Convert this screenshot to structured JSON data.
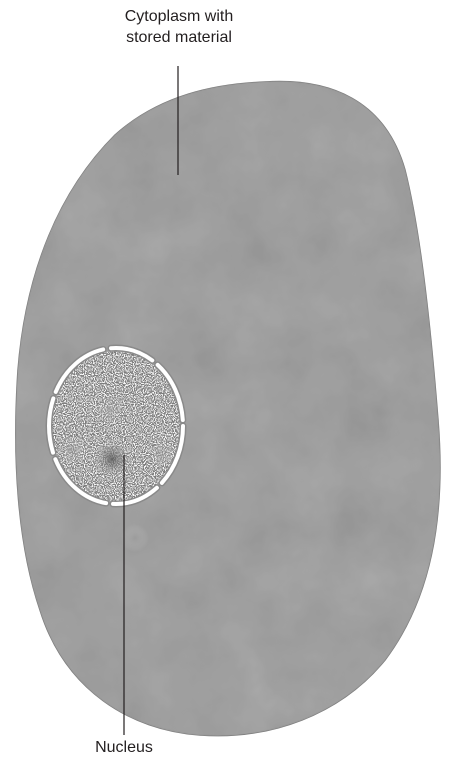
{
  "labels": {
    "cytoplasm_line1": "Cytoplasm with",
    "cytoplasm_line2": "stored material",
    "nucleus": "Nucleus"
  },
  "colors": {
    "cell_fill": "#a9a9a9",
    "cell_outline": "#7d7d7d",
    "nucleus_fill": "#f7f7f7",
    "nucleus_envelope": "#ffffff",
    "nucleus_envelope_outline": "#8a8a8a",
    "chromatin": "#3a3a3a",
    "leader_line": "#231f20",
    "text": "#231f20"
  }
}
